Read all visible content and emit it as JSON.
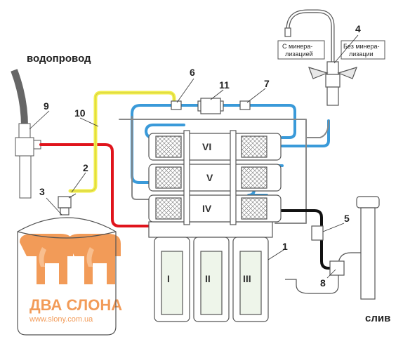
{
  "labels": {
    "water_supply": "водопровод",
    "drain": "слив",
    "with_mineralization_1": "С минера-",
    "with_mineralization_2": "лизацией",
    "without_mineralization_1": "Без минера-",
    "without_mineralization_2": "лизации"
  },
  "numbers": {
    "n1": "1",
    "n2": "2",
    "n3": "3",
    "n4": "4",
    "n5": "5",
    "n6": "6",
    "n7": "7",
    "n8": "8",
    "n9": "9",
    "n10": "10",
    "n11": "11"
  },
  "stages": {
    "I": "I",
    "II": "II",
    "III": "III",
    "IV": "IV",
    "V": "V",
    "VI": "VI"
  },
  "watermark": {
    "brand": "ДВА СЛОНА",
    "site": "www.slony.com.ua"
  },
  "colors": {
    "red_tube": "#e0141c",
    "yellow_tube": "#f2ee4a",
    "blue_tube": "#3a9ad9",
    "black_tube": "#111111",
    "outline": "#555555",
    "watermark": "#f08a3c"
  }
}
